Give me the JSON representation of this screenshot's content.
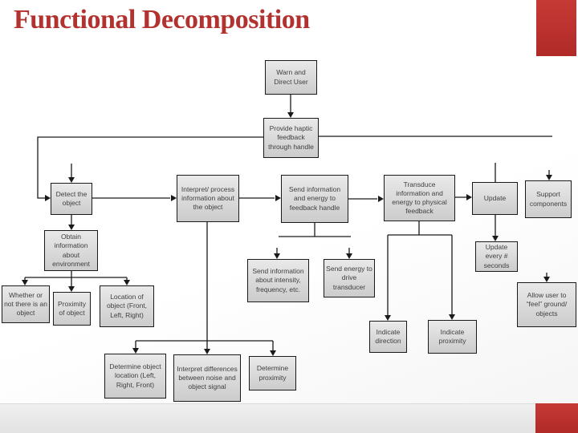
{
  "slide": {
    "title": "Functional Decomposition",
    "theme": {
      "accent_red": "#b5302d",
      "box_fill": "#d9d9d9",
      "box_border": "#1a1a1a",
      "box_text": "#3f3f3f"
    }
  },
  "diagram": {
    "type": "flowchart",
    "nodes": {
      "warn": {
        "label": "Warn and Direct User"
      },
      "provide": {
        "label": "Provide haptic feedback through handle"
      },
      "detect": {
        "label": "Detect the object"
      },
      "obtain": {
        "label": "Obtain information about environment"
      },
      "whether": {
        "label": "Whether or not there is an object"
      },
      "proximity": {
        "label": "Proximity of object"
      },
      "location": {
        "label": "Location of object (Front, Left, Right)"
      },
      "interpret": {
        "label": "Interpret/ process information about the object"
      },
      "send_handle": {
        "label": "Send information and energy to feedback handle"
      },
      "transduce": {
        "label": "Transduce information and energy to physical feedback"
      },
      "update": {
        "label": "Update"
      },
      "support": {
        "label": "Support components"
      },
      "update_every": {
        "label": "Update every # seconds"
      },
      "allow": {
        "label": "Allow user to “feel” ground/ objects"
      },
      "send_intensity": {
        "label": "Send information about intensity, frequency, etc."
      },
      "send_energy": {
        "label": "Send energy to drive transducer"
      },
      "indicate_direction": {
        "label": "Indicate direction"
      },
      "indicate_proximity": {
        "label": "Indicate proximity"
      },
      "determine_location": {
        "label": "Determine object location (Left, Right, Front)"
      },
      "interpret_differences": {
        "label": "Interpret differences between noise and object signal"
      },
      "determine_proximity": {
        "label": "Determine proximity"
      }
    },
    "edges": [
      {
        "from": "warn",
        "to": "provide"
      },
      {
        "from": "provide",
        "to": "detect"
      },
      {
        "from": "detect",
        "to": "interpret"
      },
      {
        "from": "detect",
        "to": "obtain"
      },
      {
        "from": "obtain",
        "to": "whether"
      },
      {
        "from": "obtain",
        "to": "proximity"
      },
      {
        "from": "obtain",
        "to": "location"
      },
      {
        "from": "interpret",
        "to": "send_handle"
      },
      {
        "from": "interpret",
        "to": "determine_location"
      },
      {
        "from": "interpret",
        "to": "interpret_differences"
      },
      {
        "from": "interpret",
        "to": "determine_proximity"
      },
      {
        "from": "send_handle",
        "to": "transduce"
      },
      {
        "from": "send_handle",
        "to": "send_intensity"
      },
      {
        "from": "send_handle",
        "to": "send_energy"
      },
      {
        "from": "transduce",
        "to": "update"
      },
      {
        "from": "transduce",
        "to": "indicate_direction"
      },
      {
        "from": "transduce",
        "to": "indicate_proximity"
      },
      {
        "from": "update",
        "to": "update_every"
      },
      {
        "from": "provide",
        "to": "support"
      },
      {
        "from": "provide",
        "to": "allow"
      }
    ]
  }
}
